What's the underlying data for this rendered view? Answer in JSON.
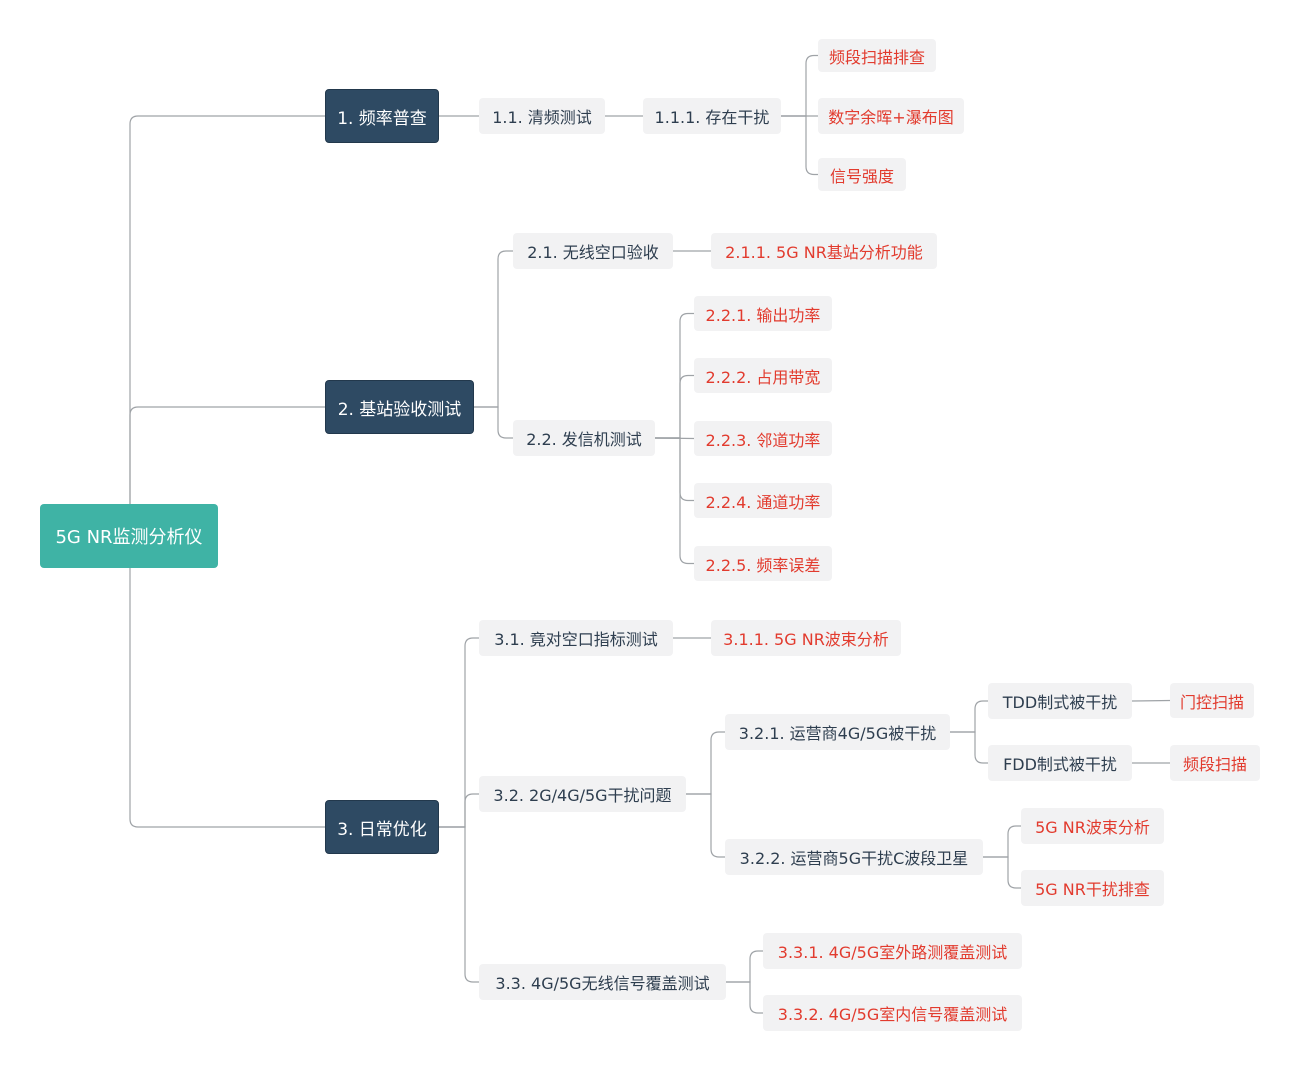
{
  "root": {
    "label": "5G NR监测分析仪"
  },
  "branches": [
    {
      "label": "1. 频率普查",
      "children": [
        {
          "label": "1.1. 清频测试",
          "children": [
            {
              "label": "1.1.1. 存在干扰",
              "children": [
                {
                  "label": "频段扫描排查"
                },
                {
                  "label": "数字余晖+瀑布图"
                },
                {
                  "label": "信号强度"
                }
              ]
            }
          ]
        }
      ]
    },
    {
      "label": "2. 基站验收测试",
      "children": [
        {
          "label": "2.1. 无线空口验收",
          "children": [
            {
              "label": "2.1.1. 5G NR基站分析功能"
            }
          ]
        },
        {
          "label": "2.2. 发信机测试",
          "children": [
            {
              "label": "2.2.1. 输出功率"
            },
            {
              "label": "2.2.2. 占用带宽"
            },
            {
              "label": "2.2.3. 邻道功率"
            },
            {
              "label": "2.2.4. 通道功率"
            },
            {
              "label": "2.2.5. 频率误差"
            }
          ]
        }
      ]
    },
    {
      "label": "3. 日常优化",
      "children": [
        {
          "label": "3.1. 竟对空口指标测试",
          "children": [
            {
              "label": "3.1.1. 5G NR波束分析"
            }
          ]
        },
        {
          "label": "3.2. 2G/4G/5G干扰问题",
          "children": [
            {
              "label": "3.2.1. 运营商4G/5G被干扰",
              "children": [
                {
                  "label": "TDD制式被干扰",
                  "children": [
                    {
                      "label": "门控扫描"
                    }
                  ]
                },
                {
                  "label": "FDD制式被干扰",
                  "children": [
                    {
                      "label": "频段扫描"
                    }
                  ]
                }
              ]
            },
            {
              "label": "3.2.2. 运营商5G干扰C波段卫星",
              "children": [
                {
                  "label": "5G NR波束分析"
                },
                {
                  "label": "5G NR干扰排查"
                }
              ]
            }
          ]
        },
        {
          "label": "3.3. 4G/5G无线信号覆盖测试",
          "children": [
            {
              "label": "3.3.1. 4G/5G室外路测覆盖测试"
            },
            {
              "label": "3.3.2. 4G/5G室内信号覆盖测试"
            }
          ]
        }
      ]
    }
  ]
}
